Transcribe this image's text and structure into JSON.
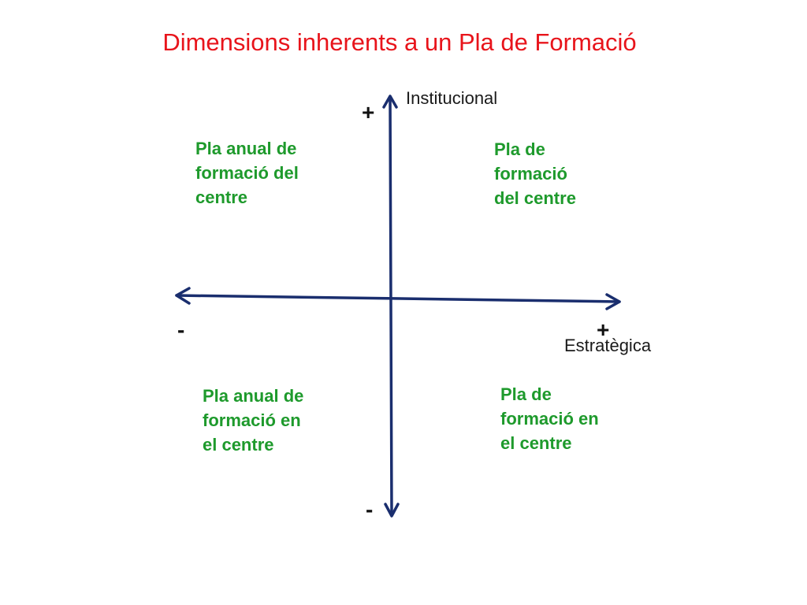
{
  "title": "Dimensions inherents a un Pla de Formació",
  "axes": {
    "vertical": {
      "label": "Institucional",
      "positive_sign": "+",
      "negative_sign": "-"
    },
    "horizontal": {
      "label": "Estratègica",
      "positive_sign": "+",
      "negative_sign": "-"
    }
  },
  "quadrants": {
    "top_left": [
      "Pla anual de",
      "formació del",
      "centre"
    ],
    "top_right": [
      "Pla de",
      "formació",
      "del centre"
    ],
    "bottom_left": [
      "Pla anual de",
      "formació en",
      "el centre"
    ],
    "bottom_right": [
      "Pla de",
      "formació en",
      "el centre"
    ]
  },
  "colors": {
    "title": "#e8141b",
    "axis": "#1a2e6e",
    "quadrant_text": "#1e9a2c"
  }
}
